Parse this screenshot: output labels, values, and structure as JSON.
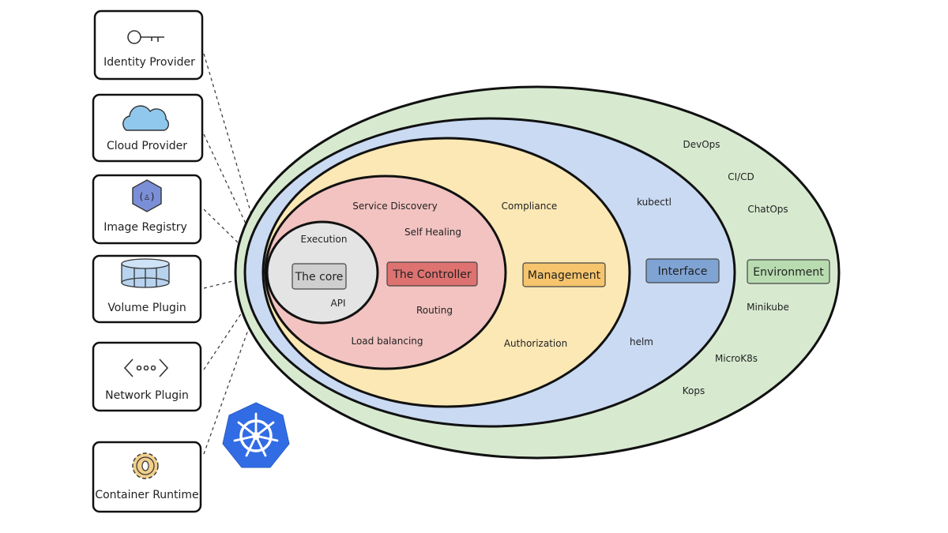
{
  "plugins": [
    {
      "label": "Identity Provider",
      "icon": "key-icon"
    },
    {
      "label": "Cloud Provider",
      "icon": "cloud-icon"
    },
    {
      "label": "Image Registry",
      "icon": "registry-hexagon-icon"
    },
    {
      "label": "Volume Plugin",
      "icon": "storage-cylinder-icon"
    },
    {
      "label": "Network Plugin",
      "icon": "network-brackets-icon"
    },
    {
      "label": "Container Runtime",
      "icon": "gear-icon"
    }
  ],
  "logo": {
    "icon": "kubernetes-helm-wheel-icon",
    "color": "#326ce5"
  },
  "layers": {
    "environment": {
      "label": "Environment",
      "color": "#d7ead0",
      "items": [
        "DevOps",
        "CI/CD",
        "ChatOps",
        "Minikube",
        "MicroK8s",
        "Kops"
      ]
    },
    "interface": {
      "label": "Interface",
      "color": "#c9daf2",
      "items": [
        "kubectl",
        "helm"
      ]
    },
    "management": {
      "label": "Management",
      "color": "#fbe8b5",
      "items": [
        "Compliance",
        "Authorization"
      ]
    },
    "controller": {
      "label": "The Controller",
      "color": "#f2c3c1",
      "items": [
        "Service Discovery",
        "Self Healing",
        "Routing",
        "Load balancing"
      ]
    },
    "core": {
      "label": "The core",
      "color": "#e4e4e4",
      "items": [
        "Execution",
        "API"
      ]
    }
  },
  "colors": {
    "environment_tag": "#b8dcb0",
    "interface_tag": "#7fa3d3",
    "management_tag": "#f5c46c",
    "controller_tag": "#de7270",
    "core_tag": "#cfcfcf",
    "cloud": "#8fc8ec",
    "registry": "#7b8fd8",
    "cylinder": "#b7d3ef",
    "gear": "#f1cf8c"
  }
}
